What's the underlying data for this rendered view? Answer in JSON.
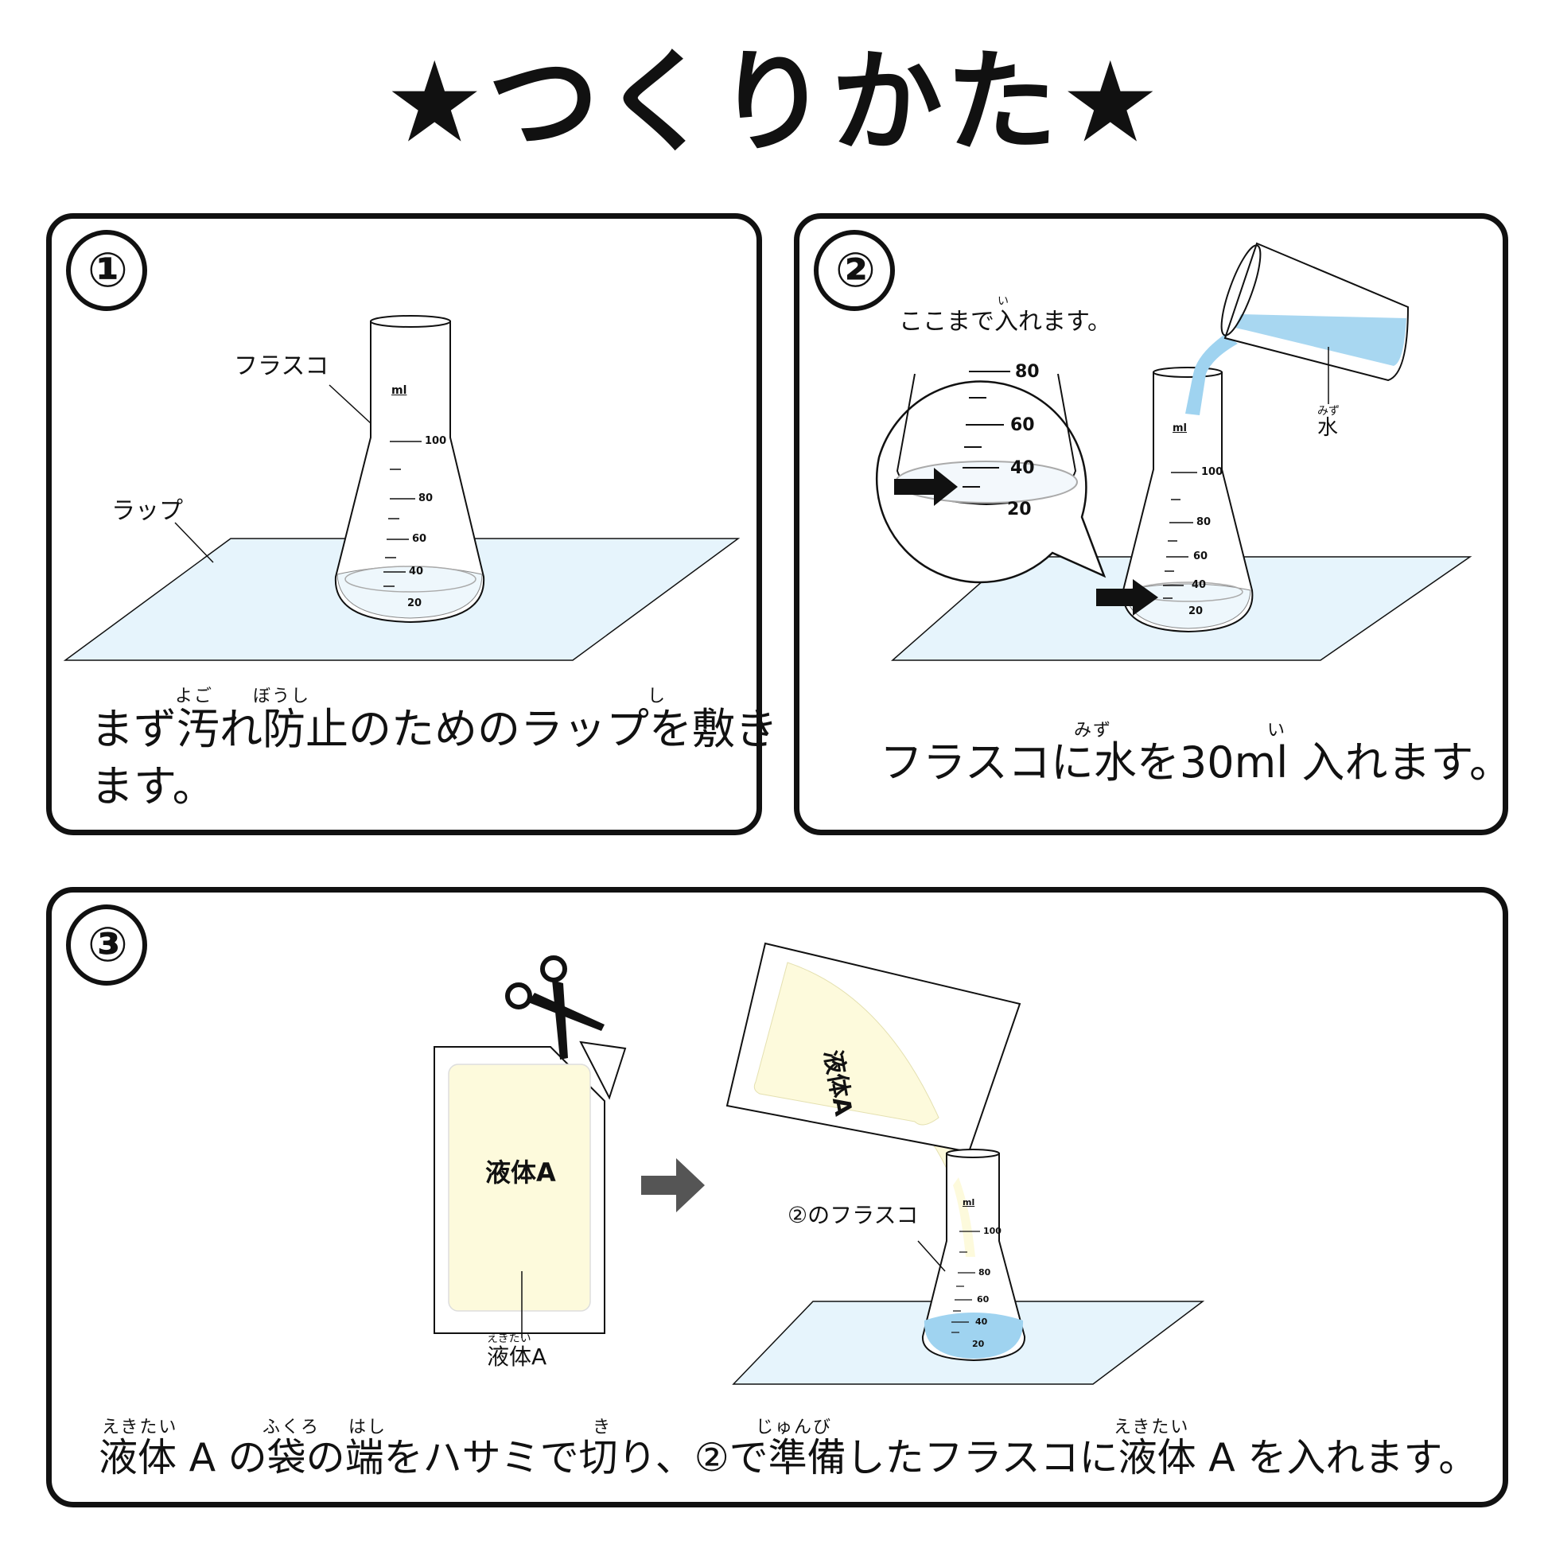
{
  "title": "★つくりかた★",
  "panel1": {
    "number": "①",
    "label_flask": "フラスコ",
    "label_wrap": "ラップ",
    "flask_unit": "ml",
    "flask_ticks": [
      "100",
      "80",
      "60",
      "40",
      "20"
    ],
    "caption_line1": "まず汚れ防止のためのラップを敷き",
    "caption_line2": "ます。",
    "ruby_yogo": "よご",
    "ruby_boushi": "ぼうし",
    "ruby_shi": "し"
  },
  "panel2": {
    "number": "②",
    "zoom_label": "ここまで入れます。",
    "zoom_label_ruby": "い",
    "zoom_ticks": [
      "80",
      "60",
      "40",
      "20"
    ],
    "flask_unit": "ml",
    "flask_ticks": [
      "100",
      "80",
      "60",
      "40",
      "20"
    ],
    "label_water": "水",
    "label_water_ruby": "みず",
    "caption": "フラスコに水を30ml 入れます。",
    "caption_ruby_mizu": "みず",
    "caption_ruby_i": "い"
  },
  "panel3": {
    "number": "③",
    "bag_text": "液体A",
    "bag_label": "液体A",
    "bag_label_ruby": "えきたい",
    "pour_bag_text": "液体A",
    "label_flask": "②のフラスコ",
    "flask_unit": "ml",
    "flask_ticks": [
      "100",
      "80",
      "60",
      "40",
      "20"
    ],
    "caption": "液体 A の袋の端をハサミで切り、②で準備したフラスコに液体 A を入れます。",
    "ruby_ekitai1": "えきたい",
    "ruby_fukuro": "ふくろ",
    "ruby_hashi": "はし",
    "ruby_ki": "き",
    "ruby_junbi": "じゅんび",
    "ruby_ekitai2": "えきたい"
  },
  "colors": {
    "wrap": "#e6f4fc",
    "water": "#9fd3f0",
    "liquid_a": "#fdfadc",
    "outline": "#111111",
    "arrow_gray": "#555555"
  }
}
